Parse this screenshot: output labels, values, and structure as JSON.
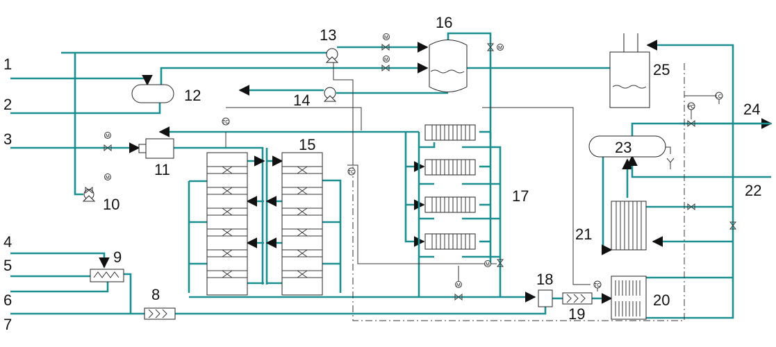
{
  "labels": {
    "n1": "1",
    "n2": "2",
    "n3": "3",
    "n4": "4",
    "n5": "5",
    "n6": "6",
    "n7": "7",
    "n8": "8",
    "n9": "9",
    "n10": "10",
    "n11": "11",
    "n12": "12",
    "n13": "13",
    "n14": "14",
    "n15": "15",
    "n16": "16",
    "n17": "17",
    "n18": "18",
    "n19": "19",
    "n20": "20",
    "n21": "21",
    "n22": "22",
    "n23": "23",
    "n24": "24",
    "n25": "25"
  },
  "instruments": {
    "motor": "M",
    "temperature": "TC",
    "pressure": "PC",
    "level": "LC"
  },
  "colors": {
    "pipe": "#1b8f8f",
    "line": "#333333"
  }
}
